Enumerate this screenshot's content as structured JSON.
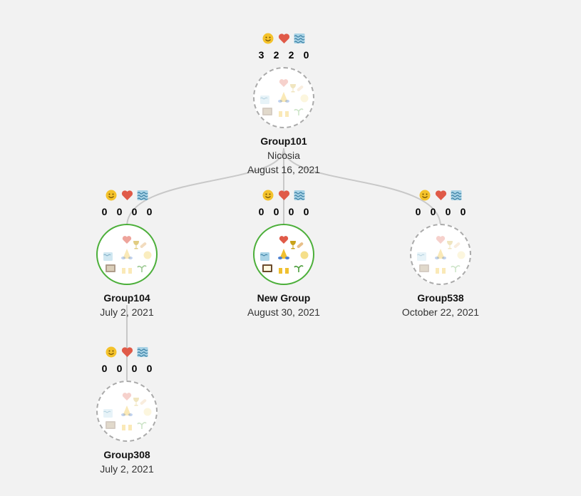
{
  "icons": [
    "smile-icon",
    "heart-icon",
    "water-icon"
  ],
  "colors": {
    "background": "#f2f2f2",
    "edge": "#c8c8c8",
    "active_border": "#4caf3a",
    "dashed_border": "#aaaaaa"
  },
  "nodes": [
    {
      "name": "Group101",
      "place": "Nicosia",
      "date": "August 16, 2021",
      "counts": [
        "3",
        "2",
        "2",
        "0"
      ],
      "active": false
    },
    {
      "name": "Group104",
      "place": "",
      "date": "July 2, 2021",
      "counts": [
        "0",
        "0",
        "0",
        "0"
      ],
      "active": true
    },
    {
      "name": "New Group",
      "place": "",
      "date": "August 30, 2021",
      "counts": [
        "0",
        "0",
        "0",
        "0"
      ],
      "active": true
    },
    {
      "name": "Group538",
      "place": "",
      "date": "October 22, 2021",
      "counts": [
        "0",
        "0",
        "0",
        "0"
      ],
      "active": false
    },
    {
      "name": "Group308",
      "place": "",
      "date": "July 2, 2021",
      "counts": [
        "0",
        "0",
        "0",
        "0"
      ],
      "active": false
    }
  ],
  "edges": [
    {
      "from": "Group101",
      "to": "Group104"
    },
    {
      "from": "Group101",
      "to": "New Group"
    },
    {
      "from": "Group101",
      "to": "Group538"
    },
    {
      "from": "Group104",
      "to": "Group308"
    }
  ]
}
